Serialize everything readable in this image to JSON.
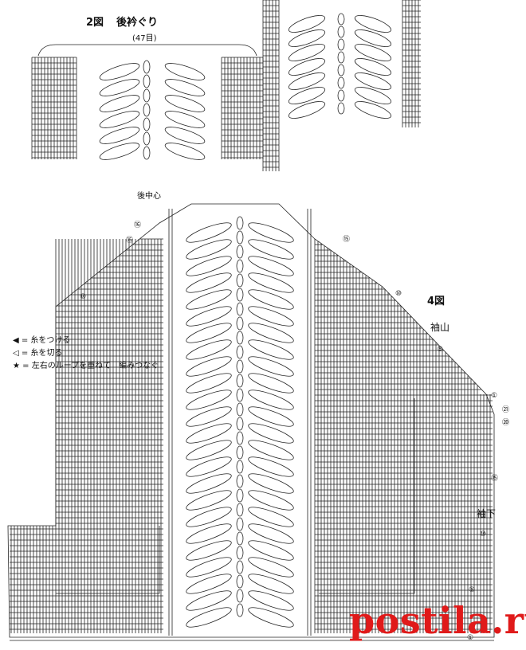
{
  "figure2": {
    "title": "2図",
    "subtitle": "後衿ぐり",
    "stitch_count": "(47目)",
    "center_label": "後中心"
  },
  "figure4": {
    "title": "4図",
    "sleeve_cap": "袖山",
    "sleeve_under": "袖下"
  },
  "legend": {
    "attach": "◀ = 糸をつける",
    "cut": "◁ = 糸を切る",
    "join": "★ = 左右のループを重ねて　編みつなぐ"
  },
  "row_numbers_left": [
    "⑯",
    "⑮",
    "⑩"
  ],
  "row_numbers_right": [
    "⑮",
    "⑩",
    "⑤",
    "①",
    "㉑",
    "⑳",
    "⑮",
    "⑩",
    "⑤",
    "①"
  ],
  "watermark": "postila.ru",
  "colors": {
    "line": "#222222",
    "watermark": "#e01a1a"
  }
}
